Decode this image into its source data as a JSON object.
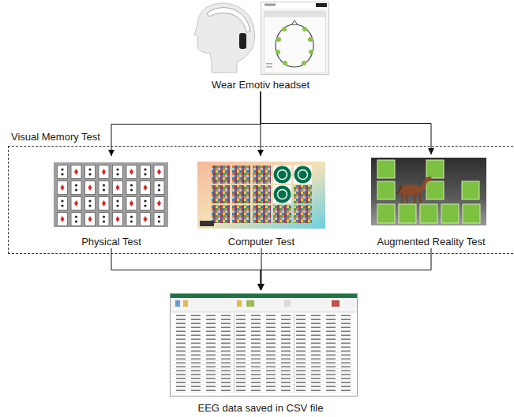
{
  "diagram": {
    "nodes": [
      {
        "text": [
          "Wear Emotiv headset"
        ]
      },
      {
        "text": [
          "Visual Memory Test"
        ]
      },
      {
        "text": [
          "Physical Test"
        ],
        "in": 1
      },
      {
        "text": [
          "Computer Test"
        ],
        "in": 1
      },
      {
        "text": [
          "Augmented Reality Test"
        ],
        "in": 1
      },
      {
        "text": [
          "EEG data saved in CSV file"
        ]
      }
    ],
    "edges": [
      {
        "from": 0,
        "to": 2,
        "arrow": "to"
      },
      {
        "from": 0,
        "to": 3,
        "arrow": "to"
      },
      {
        "from": 0,
        "to": 4,
        "arrow": "to"
      },
      {
        "from": 2,
        "to": 5,
        "arrow": "to"
      },
      {
        "from": 3,
        "to": 5,
        "arrow": "to"
      },
      {
        "from": 4,
        "to": 5,
        "arrow": "to"
      }
    ]
  }
}
